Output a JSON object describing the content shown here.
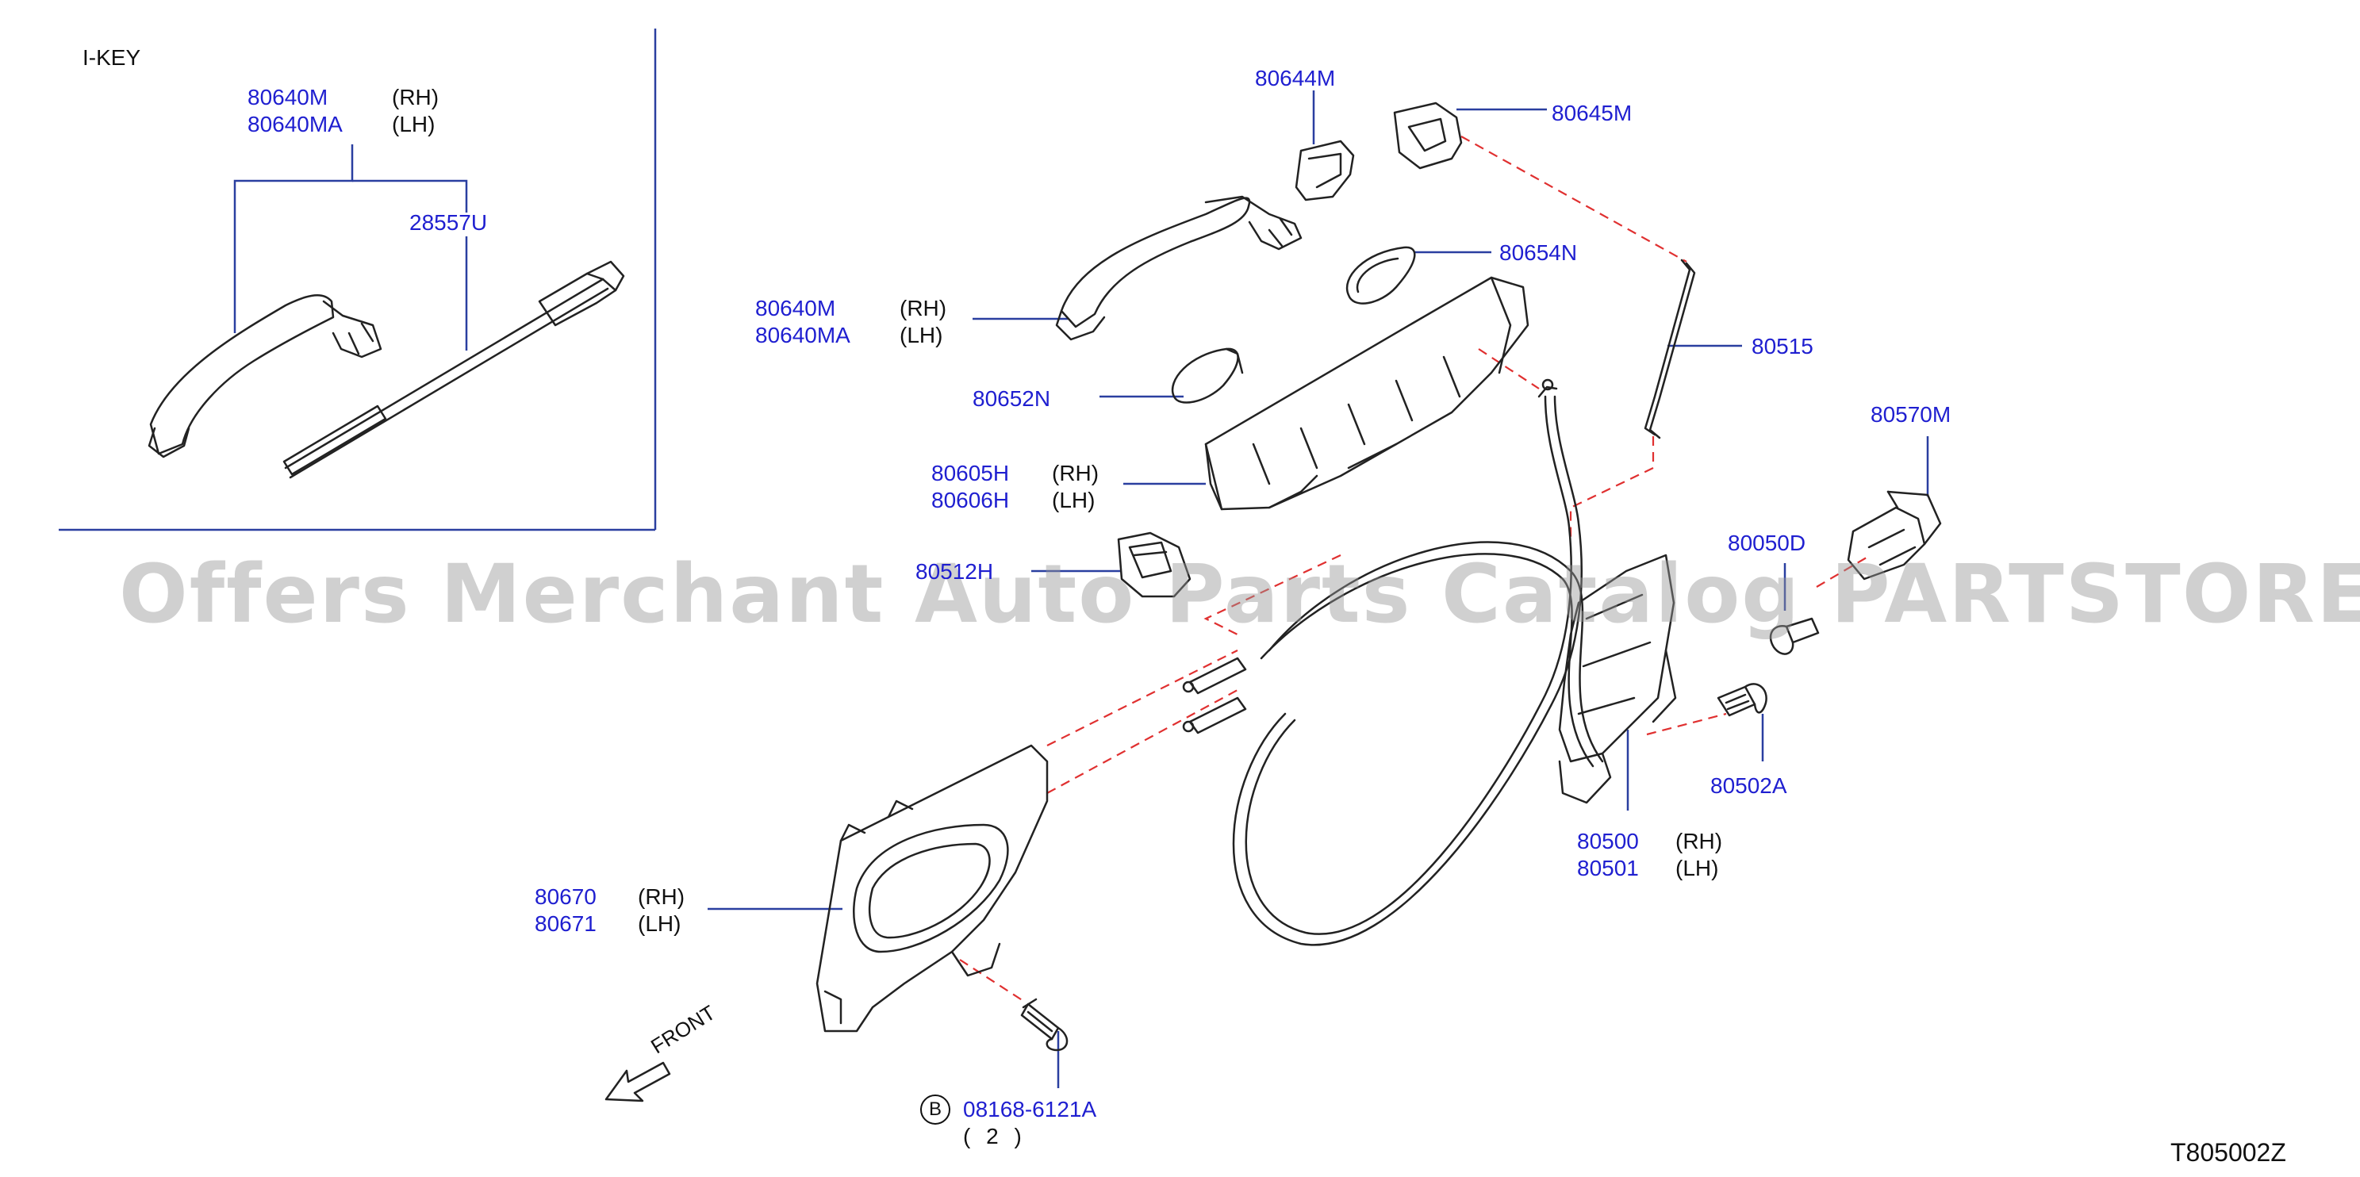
{
  "inset_title": "I-KEY",
  "diagram_code": "T805002Z",
  "watermark": "Offers Merchant Auto Parts Catalog PARTSTORE.SA",
  "colors": {
    "part_number": "#1f1fd0",
    "leader": "#2a3fa0",
    "drawing": "#222222",
    "dashed": "#e03030"
  },
  "parts": {
    "inset_handle": {
      "number": "80640M",
      "number2": "80640MA",
      "side": "(RH)",
      "side2": "(LH)"
    },
    "inset_cable": {
      "number": "28557U"
    },
    "p80644M": {
      "number": "80644M"
    },
    "p80645M": {
      "number": "80645M"
    },
    "p80654N": {
      "number": "80654N"
    },
    "outside_handle": {
      "number": "80640M",
      "number2": "80640MA",
      "side": "(RH)",
      "side2": "(LH)"
    },
    "p80515": {
      "number": "80515"
    },
    "p80652N": {
      "number": "80652N"
    },
    "p80570M": {
      "number": "80570M"
    },
    "bracket": {
      "number": "80605H",
      "number2": "80606H",
      "side": "(RH)",
      "side2": "(LH)"
    },
    "p80050D": {
      "number": "80050D"
    },
    "p80512H": {
      "number": "80512H"
    },
    "p80502A": {
      "number": "80502A"
    },
    "lock": {
      "number": "80500",
      "number2": "80501",
      "side": "(RH)",
      "side2": "(LH)"
    },
    "inside_handle": {
      "number": "80670",
      "number2": "80671",
      "side": "(RH)",
      "side2": "(LH)"
    },
    "bolt": {
      "prefix": "B",
      "number": "08168-6121A",
      "qty": "( 2 )"
    }
  },
  "front_label": "FRONT"
}
